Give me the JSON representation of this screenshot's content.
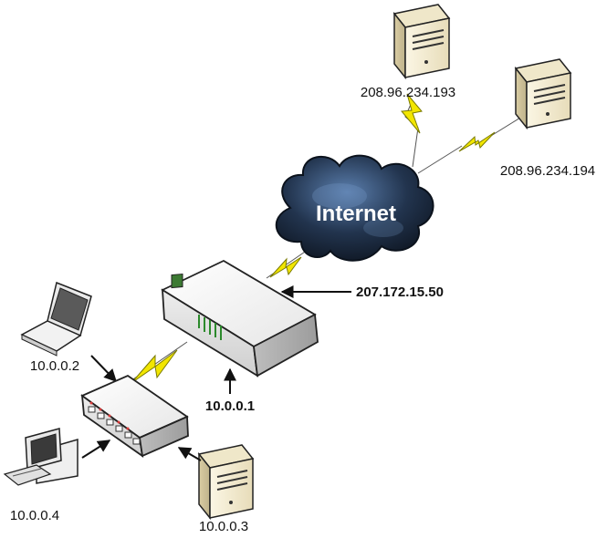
{
  "cloud": {
    "label": "Internet"
  },
  "servers": {
    "top": {
      "ip": "208.96.234.193"
    },
    "right": {
      "ip": "208.96.234.194"
    },
    "bottom": {
      "ip": "10.0.0.3"
    }
  },
  "router": {
    "wan_ip": "207.172.15.50",
    "lan_ip": "10.0.0.1"
  },
  "laptop": {
    "ip": "10.0.0.2"
  },
  "desktop": {
    "ip": "10.0.0.4"
  },
  "colors": {
    "lightning": "#f2e600",
    "lightning_outline": "#777777",
    "cloud": "#1d2d43",
    "device": "#f1f1f1",
    "server": "#f4ecd2"
  }
}
